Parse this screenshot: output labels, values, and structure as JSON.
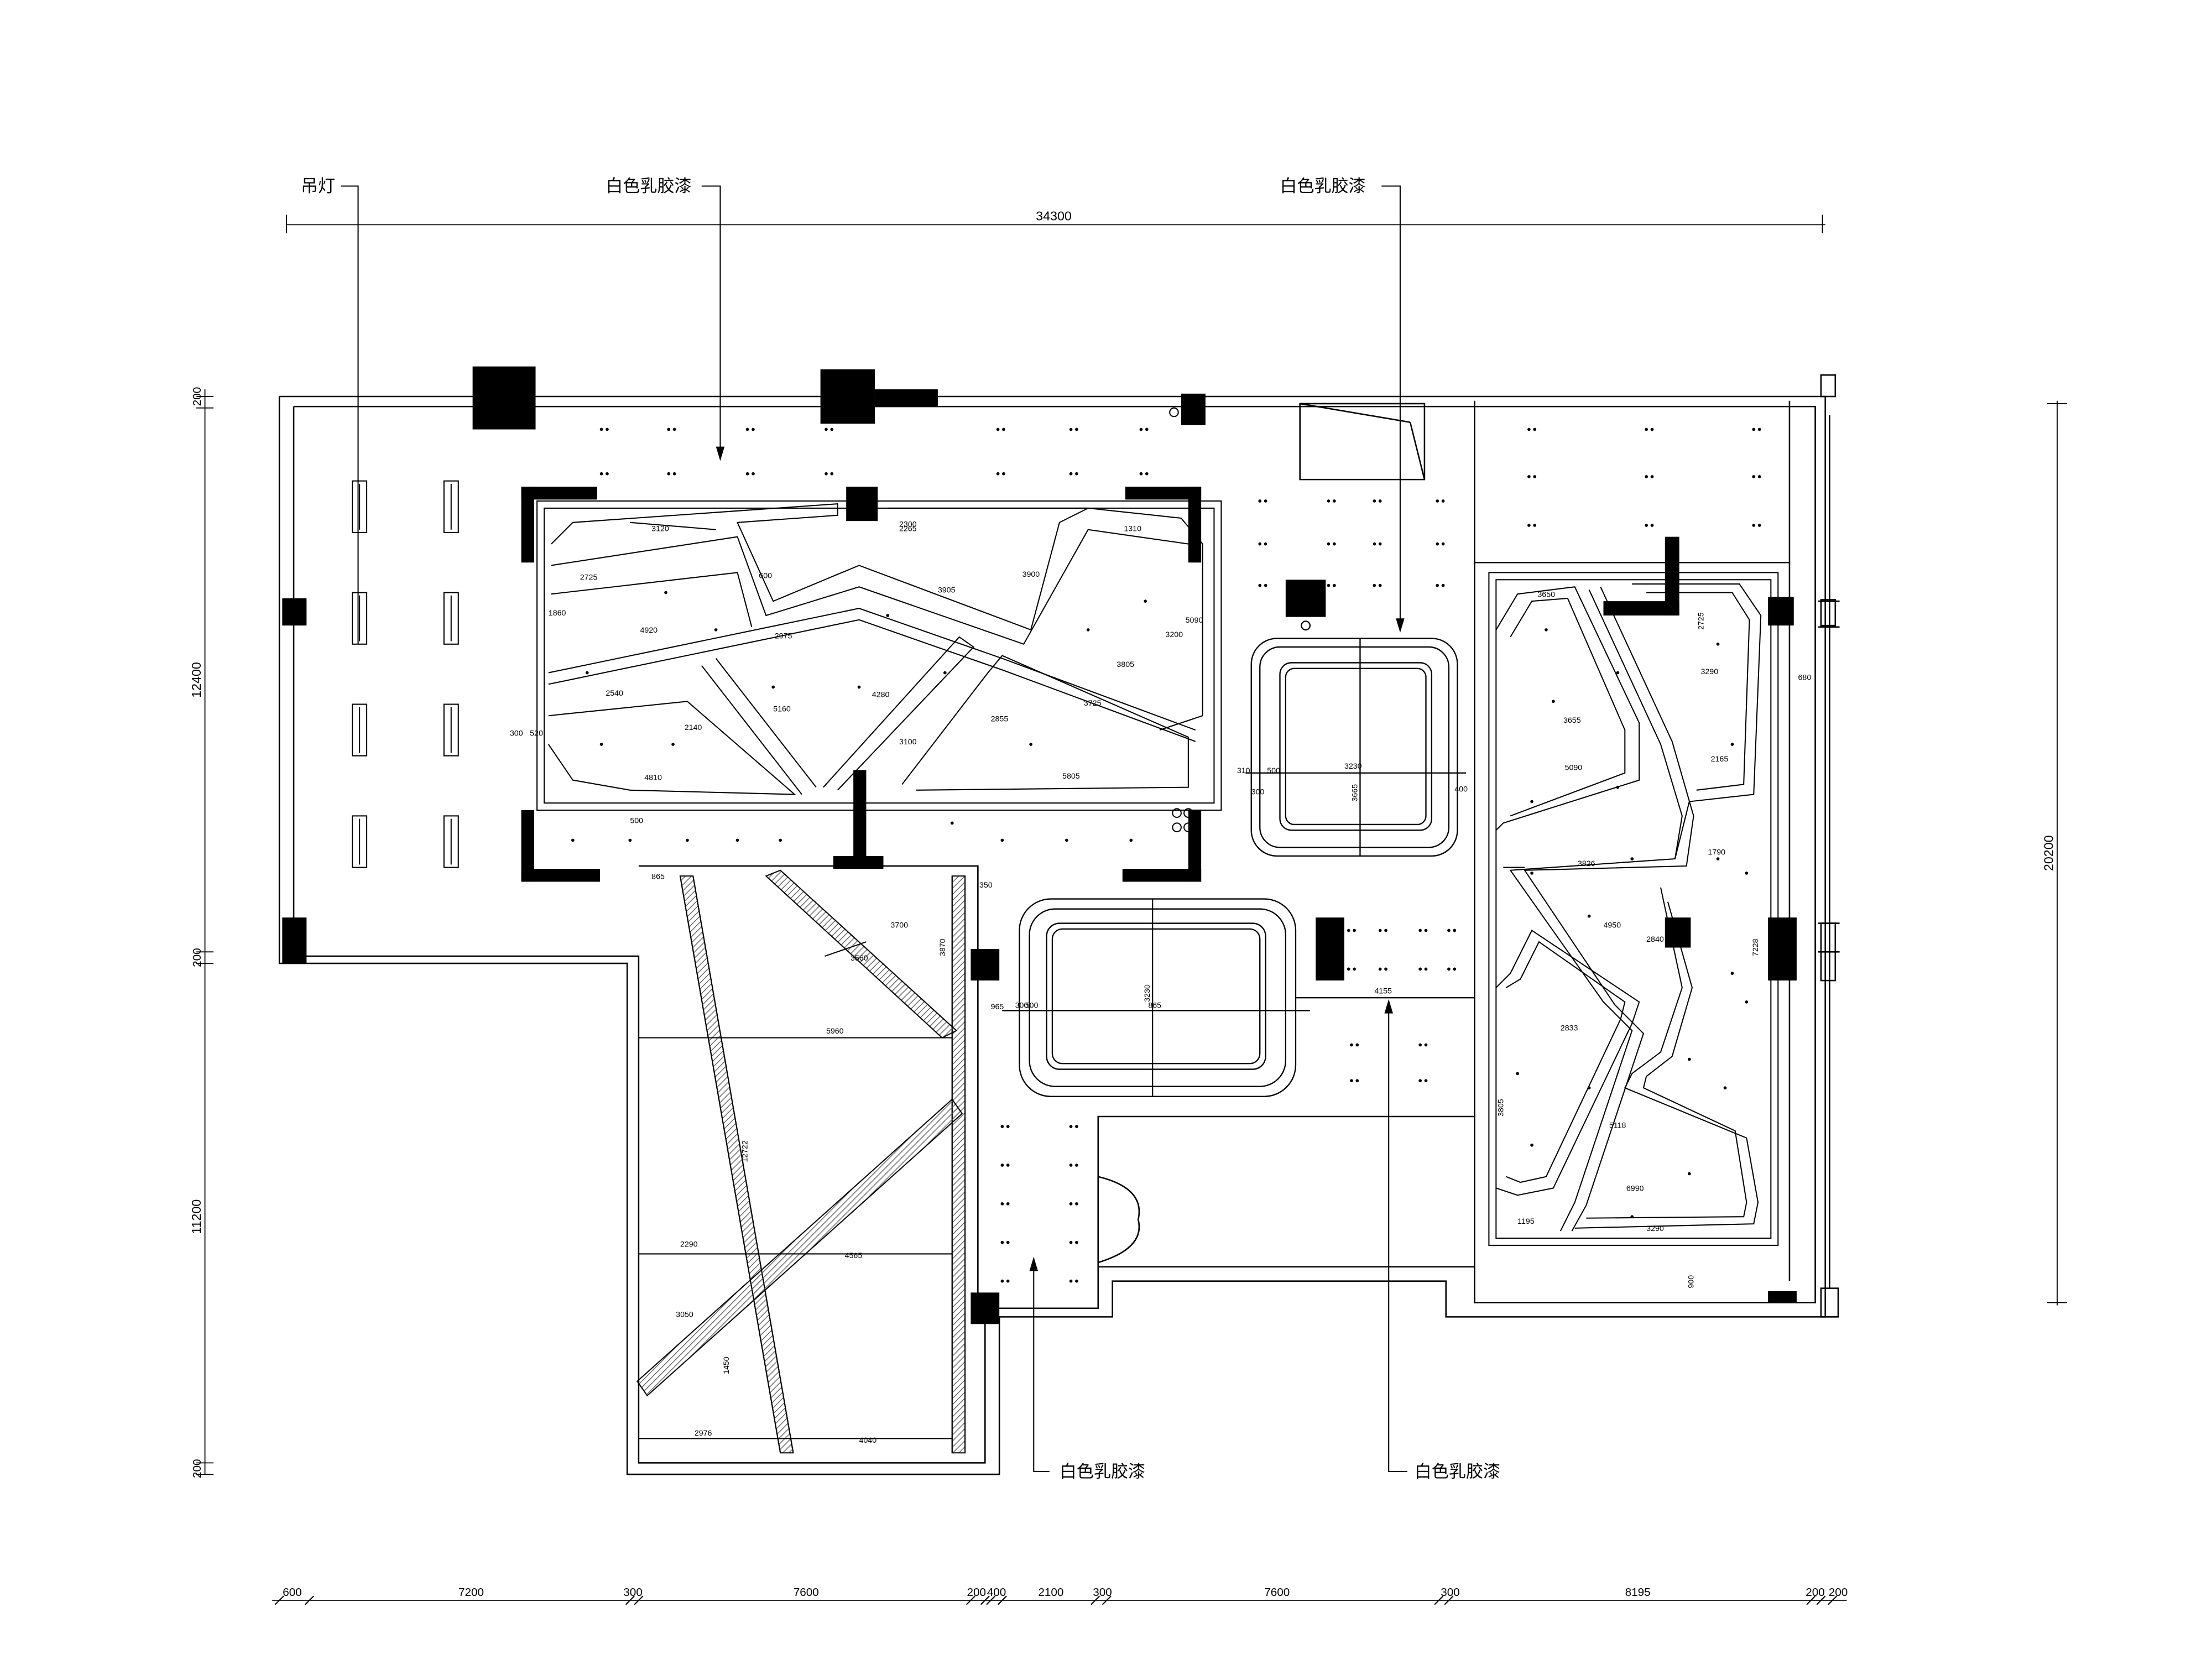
{
  "callouts": {
    "chandelier": "吊灯",
    "paint_a": "白色乳胶漆",
    "paint_b": "白色乳胶漆",
    "paint_c": "白色乳胶漆",
    "paint_d": "白色乳胶漆"
  },
  "dimensions": {
    "overall_width": "34300",
    "overall_height": "20200",
    "left_upper": "12400",
    "left_lower": "11200",
    "left_top_pad": "200",
    "left_mid_pad": "200",
    "left_bottom_pad": "200",
    "bottom_chain": [
      "600",
      "7200",
      "300",
      "7600",
      "200",
      "400",
      "2100",
      "300",
      "7600",
      "300",
      "8195",
      "200",
      "200"
    ]
  },
  "inner_dims": {
    "hall_a": [
      "3120",
      "2725",
      "2540",
      "4810",
      "5805",
      "3725",
      "3805",
      "3905",
      "2855",
      "5160",
      "4280",
      "3100",
      "2975",
      "2265",
      "3900",
      "1310",
      "3200",
      "5090",
      "4920",
      "2140",
      "500",
      "300",
      "520",
      "600",
      "1860",
      "2300"
    ],
    "corridor": [
      "865",
      "3700",
      "5960",
      "3560",
      "2290",
      "4565",
      "2976",
      "4040",
      "12722",
      "3870",
      "1450",
      "3050",
      "350"
    ],
    "square_room": [
      "3230",
      "3665",
      "310",
      "400",
      "500",
      "300"
    ],
    "rect_room": [
      "965",
      "865",
      "3230",
      "4155",
      "500",
      "300"
    ],
    "east_hall": [
      "3655",
      "3826",
      "2833",
      "5090",
      "7228",
      "3290",
      "6990",
      "2165",
      "3650",
      "5118",
      "2840",
      "1790",
      "680",
      "2725",
      "3805",
      "1195",
      "900",
      "4950",
      "3290"
    ]
  },
  "colors": {
    "line": "#000000",
    "paper": "#ffffff",
    "hatch": "#555555"
  }
}
